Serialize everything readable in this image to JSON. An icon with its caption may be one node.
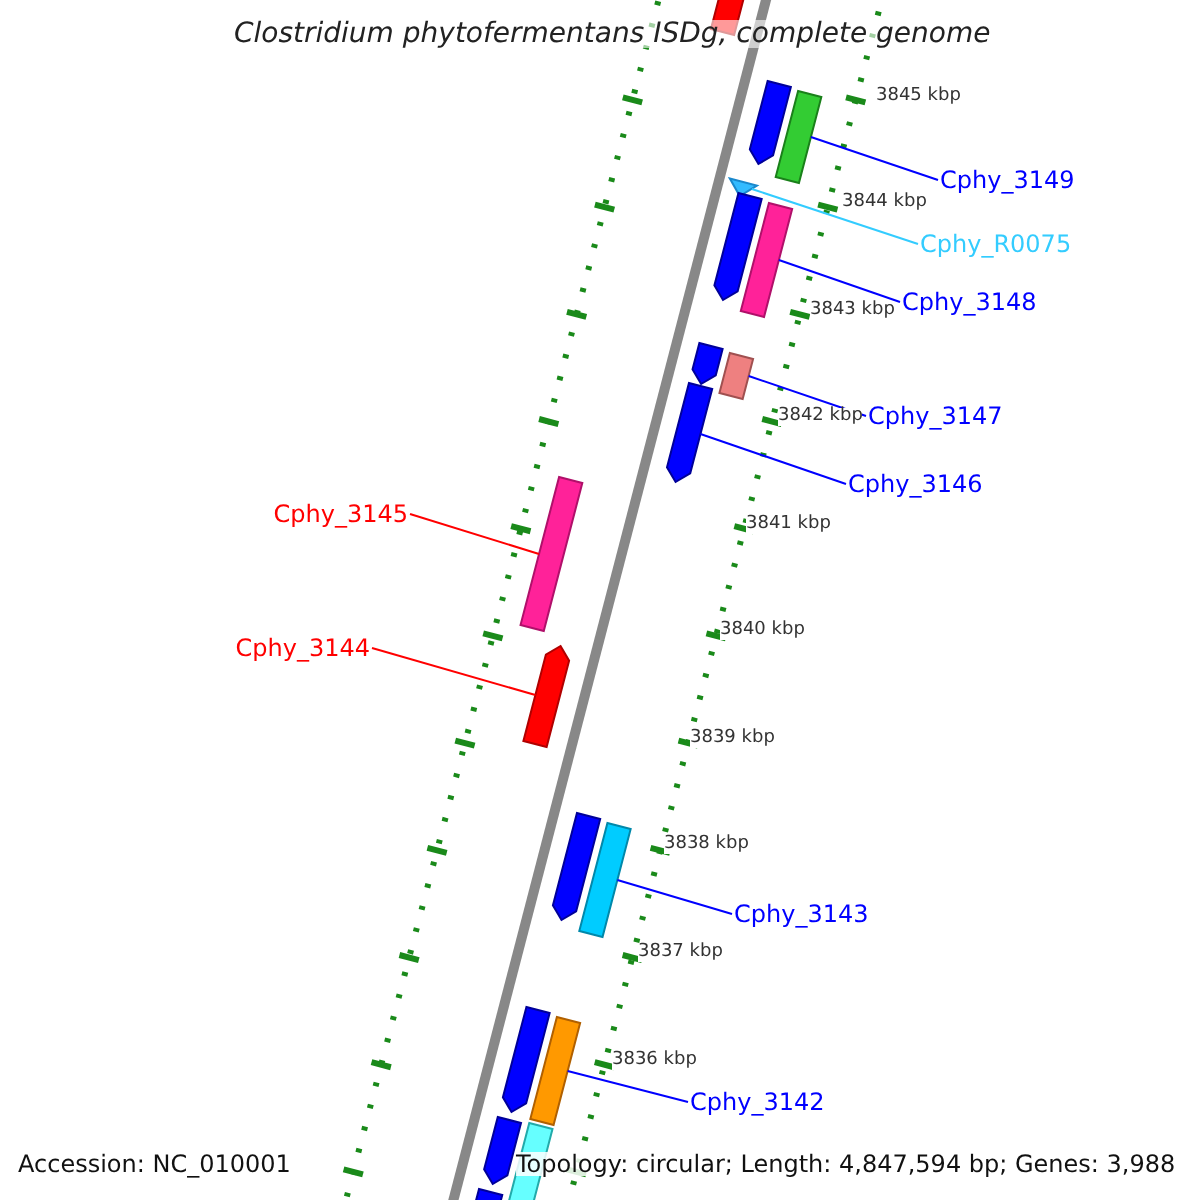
{
  "diagram": {
    "title": "Clostridium phytofermentans ISDg, complete genome",
    "nodes": [
      {
        "text": [
          "Cphy_3149"
        ]
      },
      {
        "text": [],
        "shape": "bar"
      },
      {
        "text": [
          "Cphy_R0075"
        ]
      },
      {
        "text": [],
        "shape": "triangle"
      },
      {
        "text": [
          "Cphy_3148"
        ]
      },
      {
        "text": [],
        "shape": "bar"
      },
      {
        "text": [
          "Cphy_3147"
        ]
      },
      {
        "text": [],
        "shape": "bar"
      },
      {
        "text": [
          "Cphy_3146"
        ]
      },
      {
        "text": [],
        "shape": "bar"
      },
      {
        "text": [
          "Cphy_3145"
        ]
      },
      {
        "text": [],
        "shape": "bar"
      },
      {
        "text": [
          "Cphy_3144"
        ]
      },
      {
        "text": [],
        "shape": "bar"
      },
      {
        "text": [
          "Cphy_3143"
        ]
      },
      {
        "text": [],
        "shape": "bar"
      },
      {
        "text": [
          "Cphy_3142"
        ]
      },
      {
        "text": [],
        "shape": "bar"
      },
      {
        "text": [],
        "shape": "bar"
      },
      {
        "text": [],
        "shape": "bar"
      },
      {
        "text": [],
        "shape": "bar"
      },
      {
        "text": [],
        "shape": "bar"
      },
      {
        "text": [],
        "shape": "bar"
      },
      {
        "text": [],
        "shape": "bar"
      },
      {
        "text": [],
        "shape": "bar"
      },
      {
        "text": [],
        "shape": "bar"
      },
      {
        "text": [],
        "shape": "bar"
      }
    ],
    "edges": [
      {
        "from": 0,
        "to": 1,
        "arrow": "none"
      },
      {
        "from": 2,
        "to": 3,
        "arrow": "none",
        "color": "#33ccff"
      },
      {
        "from": 4,
        "to": 5,
        "arrow": "none"
      },
      {
        "from": 6,
        "to": 7,
        "arrow": "none"
      },
      {
        "from": 8,
        "to": 9,
        "arrow": "none"
      },
      {
        "from": 10,
        "to": 11,
        "arrow": "none",
        "color": "#ff0000"
      },
      {
        "from": 12,
        "to": 13,
        "arrow": "none",
        "color": "#ff0000"
      },
      {
        "from": 14,
        "to": 15,
        "arrow": "none"
      },
      {
        "from": 16,
        "to": 17,
        "arrow": "none"
      }
    ],
    "labels": [
      "3845 kbp",
      "3844 kbp",
      "3843 kbp",
      "3842 kbp",
      "3841 kbp",
      "3840 kbp",
      "3839 kbp",
      "3838 kbp",
      "3837 kbp",
      "3836 kbp",
      "Accession: NC_010001",
      "Topology: circular; Length: 4,847,594 bp; Genes: 3,988"
    ]
  }
}
